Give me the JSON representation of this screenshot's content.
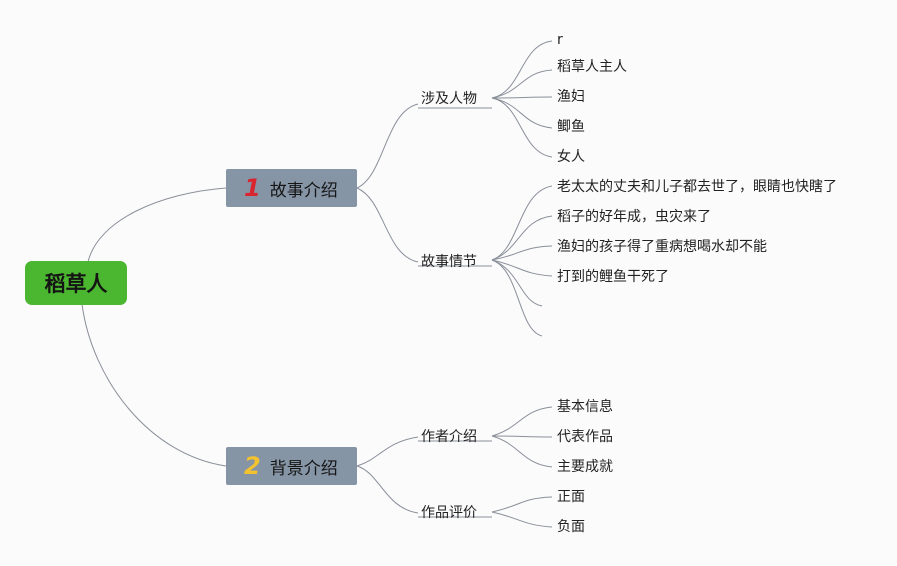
{
  "root": {
    "label": "稻草人"
  },
  "branches": [
    {
      "number": "1",
      "label": "故事介绍",
      "children": [
        {
          "label": "涉及人物",
          "leaves": [
            "r",
            "稻草人主人",
            "渔妇",
            "鲫鱼",
            "女人"
          ]
        },
        {
          "label": "故事情节",
          "leaves": [
            "老太太的丈夫和儿子都去世了，眼睛也快瞎了",
            "稻子的好年成，虫灾来了",
            "渔妇的孩子得了重病想喝水却不能",
            "打到的鲤鱼干死了",
            "",
            ""
          ]
        }
      ]
    },
    {
      "number": "2",
      "label": "背景介绍",
      "children": [
        {
          "label": "作者介绍",
          "leaves": [
            "基本信息",
            "代表作品",
            "主要成就"
          ]
        },
        {
          "label": "作品评价",
          "leaves": [
            "正面",
            "负面"
          ]
        }
      ]
    }
  ],
  "colors": {
    "root_fill": "#4bb630",
    "branch_fill": "#8695a6",
    "badge_1": "#d8252f",
    "badge_2": "#f2c230",
    "connector": "#8a8f99"
  }
}
